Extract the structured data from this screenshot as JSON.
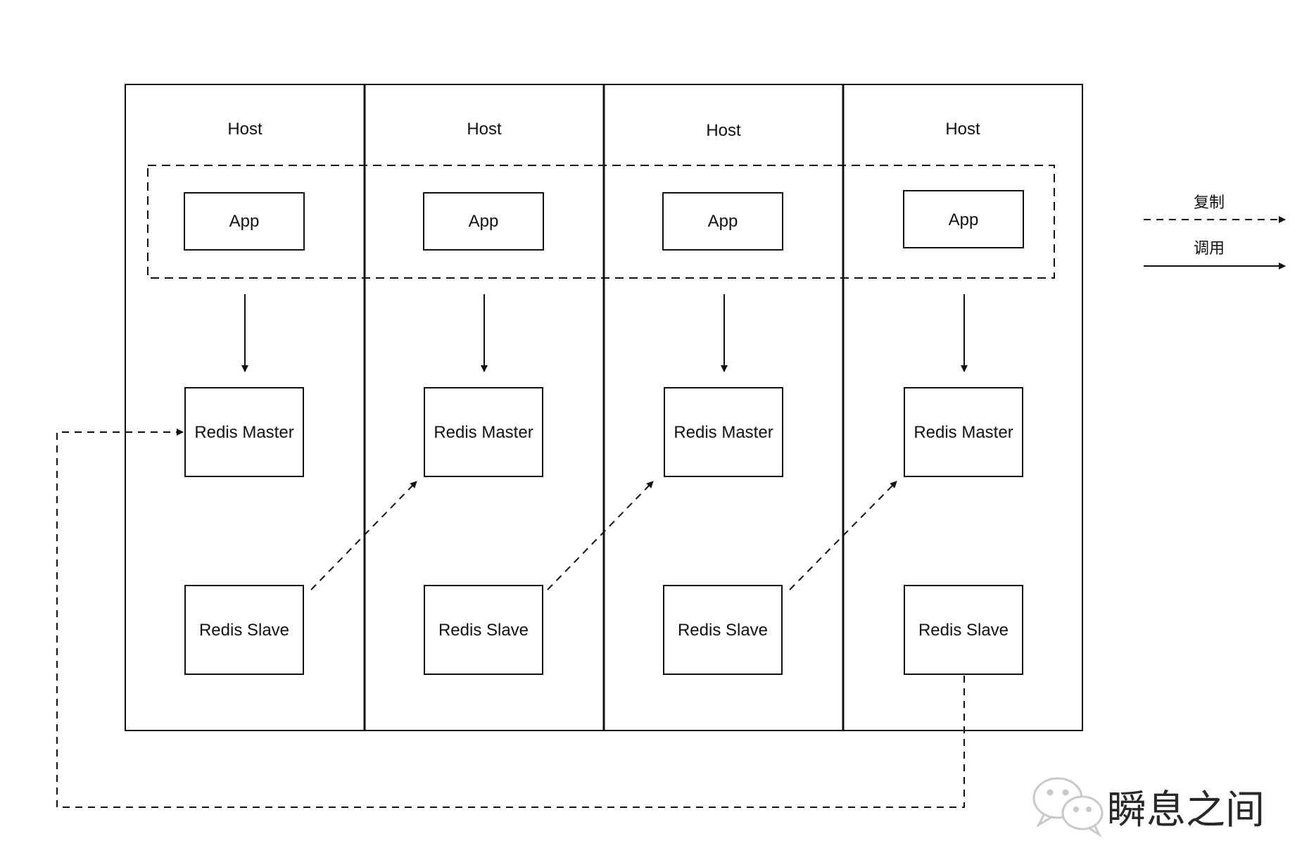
{
  "hosts": [
    {
      "label": "Host",
      "app": "App",
      "master": "Redis Master",
      "slave": "Redis Slave"
    },
    {
      "label": "Host",
      "app": "App",
      "master": "Redis Master",
      "slave": "Redis Slave"
    },
    {
      "label": "Host",
      "app": "App",
      "master": "Redis Master",
      "slave": "Redis Slave"
    },
    {
      "label": "Host",
      "app": "App",
      "master": "Redis Master",
      "slave": "Redis Slave"
    }
  ],
  "legend": {
    "replication_label": "复制",
    "call_label": "调用"
  },
  "watermark": {
    "text": "瞬息之间",
    "icon": "wechat-icon"
  },
  "colors": {
    "line": "#111111",
    "background": "#ffffff",
    "watermark": "#c4c4c4"
  }
}
